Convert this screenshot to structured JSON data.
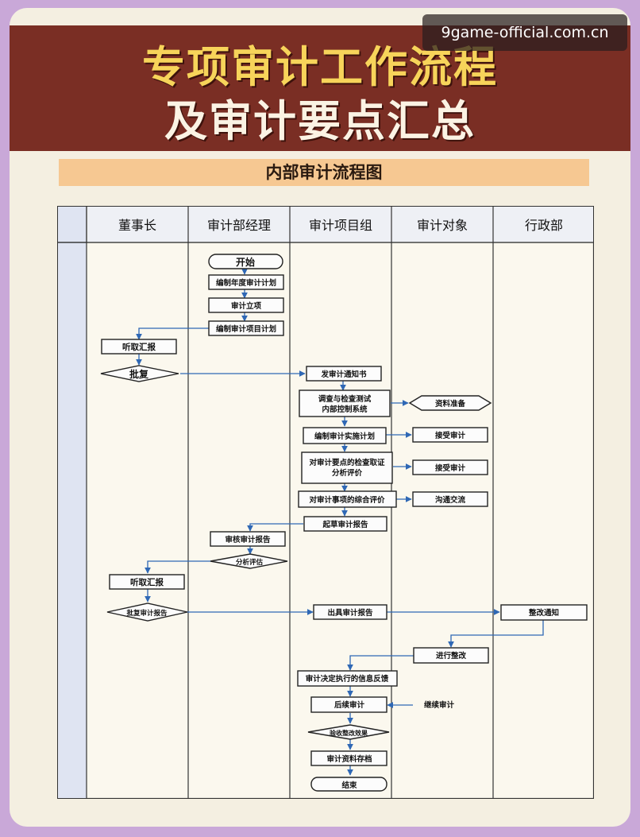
{
  "header": {
    "title_line1": "专项审计工作流程",
    "title_line2": "及审计要点汇总",
    "watermark": "9game-official.com.cn",
    "subtitle": "内部审计流程图"
  },
  "lanes": [
    "董事长",
    "审计部经理",
    "审计项目组",
    "审计对象",
    "行政部"
  ],
  "nodes": {
    "start": "开始",
    "annual_plan": "编制年度审计计划",
    "project_setup": "审计立项",
    "project_plan": "编制审计项目计划",
    "hear_report1": "听取汇报",
    "approve1": "批复",
    "notice": "发审计通知书",
    "control_test_l1": "调查与检查测试",
    "control_test_l2": "内部控制系统",
    "prepare_docs": "资料准备",
    "impl_plan": "编制审计实施计划",
    "accept1": "接受审计",
    "evidence_l1": "对审计要点的检查取证",
    "evidence_l2": "分析评价",
    "accept2": "接受审计",
    "overall_eval": "对审计事项的综合评价",
    "communicate": "沟通交流",
    "draft_report": "起草审计报告",
    "review_report": "审核审计报告",
    "analysis_eval": "分析评估",
    "hear_report2": "听取汇报",
    "approve_report": "批复审计报告",
    "issue_report": "出具审计报告",
    "rectify_notice": "整改通知",
    "rectify": "进行整改",
    "feedback": "审计决定执行的信息反馈",
    "followup": "后续审计",
    "continue_audit": "继续审计",
    "acceptance": "验收整改效果",
    "archive": "审计资料存档",
    "end": "结束"
  }
}
